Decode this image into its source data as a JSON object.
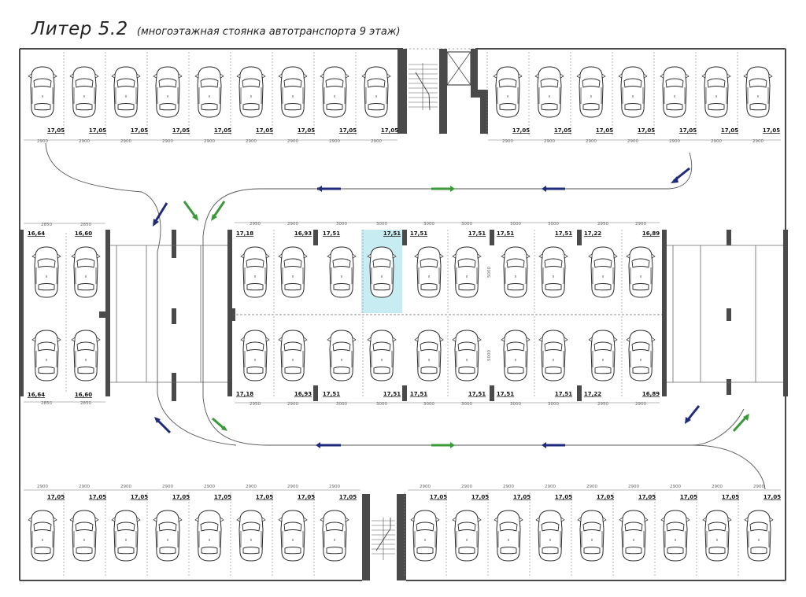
{
  "title": {
    "main": "Литер 5.2",
    "subtitle": "(многоэтажная стоянка автотранспорта 9 этаж)"
  },
  "colors": {
    "wall": "#4a4a4a",
    "car_outline": "#2a2a2a",
    "dimension": "#666666",
    "arrow_blue": "#1f2a7a",
    "arrow_green": "#3a9a3a",
    "highlight": "#c7ecf2"
  },
  "top_row": {
    "left_levels": [
      "17,05",
      "17,05",
      "17,05",
      "17,05",
      "17,05",
      "17,05",
      "17,05",
      "17,05",
      "17,05"
    ],
    "right_levels": [
      "17,05",
      "17,05",
      "17,05",
      "17,05",
      "17,05",
      "17,05",
      "17,05"
    ],
    "left_dims": [
      "2900",
      "2900",
      "2900",
      "2900",
      "2900",
      "2900",
      "2900",
      "2900",
      "2900"
    ],
    "right_dims": [
      "2900",
      "2900",
      "2900",
      "2900",
      "2900",
      "2900",
      "2900"
    ]
  },
  "bottom_row": {
    "left_levels": [
      "17,05",
      "17,05",
      "17,05",
      "17,05",
      "17,05",
      "17,05",
      "17,05",
      "17,05"
    ],
    "right_levels": [
      "17,05",
      "17,05",
      "17,05",
      "17,05",
      "17,05",
      "17,05",
      "17,05",
      "17,05",
      "17,05"
    ],
    "left_dims": [
      "2900",
      "2900",
      "2900",
      "2900",
      "2900",
      "2900",
      "2900",
      "2900"
    ],
    "right_dims": [
      "2900",
      "2900",
      "2900",
      "2900",
      "2900",
      "2900",
      "2900",
      "2900",
      "2900"
    ]
  },
  "left_block": {
    "top_levels": [
      "16,64",
      "16,60"
    ],
    "bottom_levels": [
      "16,64",
      "16,60"
    ],
    "top_dims": [
      "2850",
      "2850"
    ],
    "bottom_dims": [
      "2850",
      "2850"
    ]
  },
  "center_block": {
    "top_levels": [
      "17,18",
      "16,93",
      "17,51",
      "17,51",
      "17,51",
      "17,51",
      "17,51",
      "17,51",
      "17,22",
      "16,89"
    ],
    "bottom_levels": [
      "17,18",
      "16,93",
      "17,51",
      "17,51",
      "17,51",
      "17,51",
      "17,51",
      "17,51",
      "17,22",
      "16,89"
    ],
    "top_dims": [
      "2950",
      "2900",
      "3000",
      "3000",
      "3000",
      "3000",
      "3000",
      "3000",
      "2950",
      "2900"
    ],
    "bottom_dims": [
      "2950",
      "2900",
      "3000",
      "3000",
      "3000",
      "3000",
      "3000",
      "3000",
      "2950",
      "2900"
    ],
    "depth_dims": [
      "5000",
      "5000"
    ],
    "highlighted_index": 3
  }
}
